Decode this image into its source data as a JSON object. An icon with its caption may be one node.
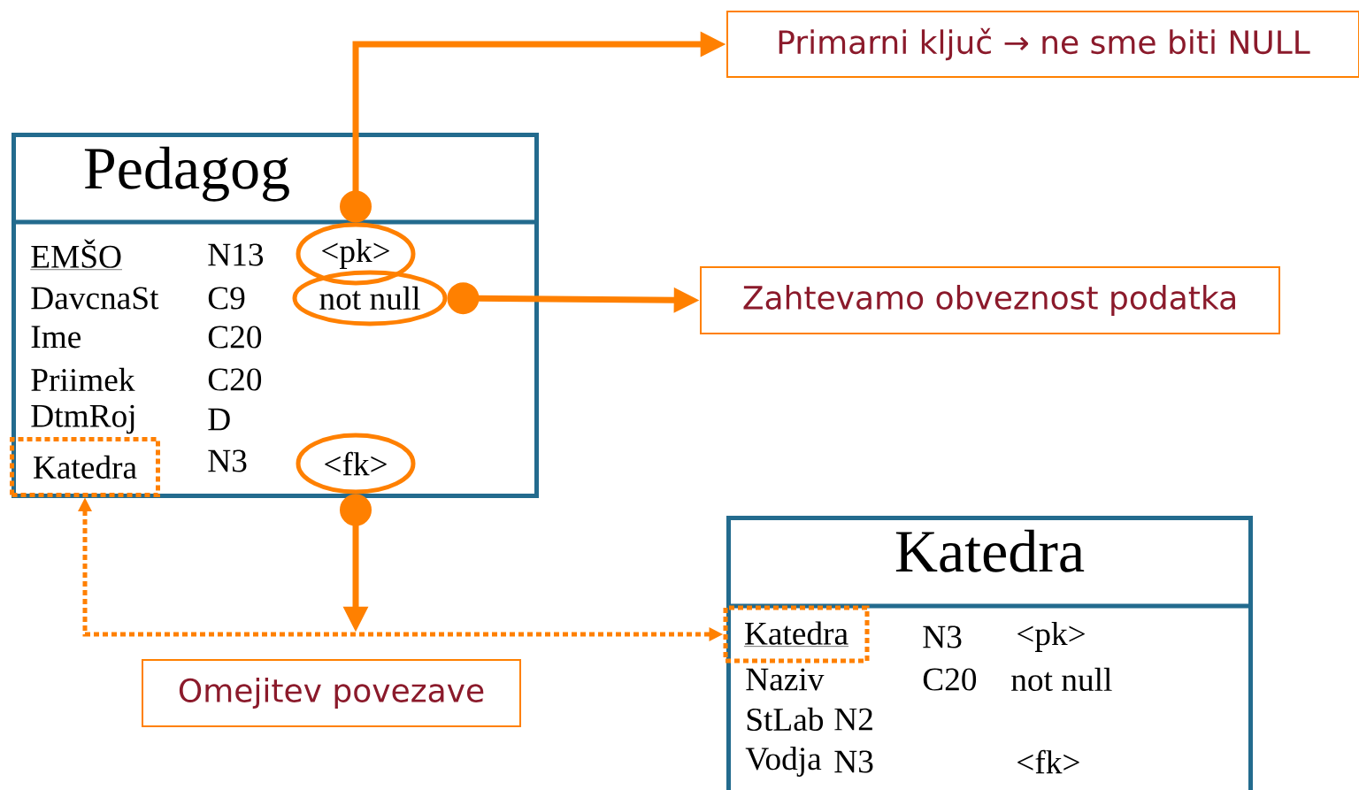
{
  "diagram": {
    "nodes": [
      {
        "text": [
          "Pedagog"
        ]
      },
      {
        "text": [
          "<pk>"
        ],
        "in": 0
      },
      {
        "text": [
          "not null"
        ],
        "in": 0
      },
      {
        "text": [
          "<fk>"
        ],
        "in": 0
      },
      {
        "text": [
          "Katedra"
        ],
        "in": 0
      },
      {
        "text": [
          "Katedra"
        ]
      },
      {
        "text": [
          "Katedra"
        ],
        "in": 5
      },
      {
        "text": [
          "Primarni ključ → ne sme biti NULL"
        ]
      },
      {
        "text": [
          "Zahtevamo obveznost podatka"
        ]
      },
      {
        "text": [
          "Omejitev povezave"
        ]
      }
    ],
    "edges": [
      {
        "from": 1,
        "to": 7,
        "arrow": "to"
      },
      {
        "from": 2,
        "to": 8,
        "arrow": "to"
      },
      {
        "from": 3,
        "to": null,
        "arrow": "to"
      },
      {
        "from": 4,
        "to": 6,
        "arrow": "both",
        "style": "dashed"
      }
    ],
    "labels": [
      "EMŠO",
      "N13",
      "DavcnaSt",
      "C9",
      "Ime",
      "C20",
      "Priimek",
      "C20",
      "DtmRoj",
      "D",
      "N3",
      "N3",
      "<pk>",
      "Naziv",
      "C20",
      "not null",
      "StLab",
      "N2",
      "Vodja",
      "N3",
      "<fk>"
    ]
  }
}
